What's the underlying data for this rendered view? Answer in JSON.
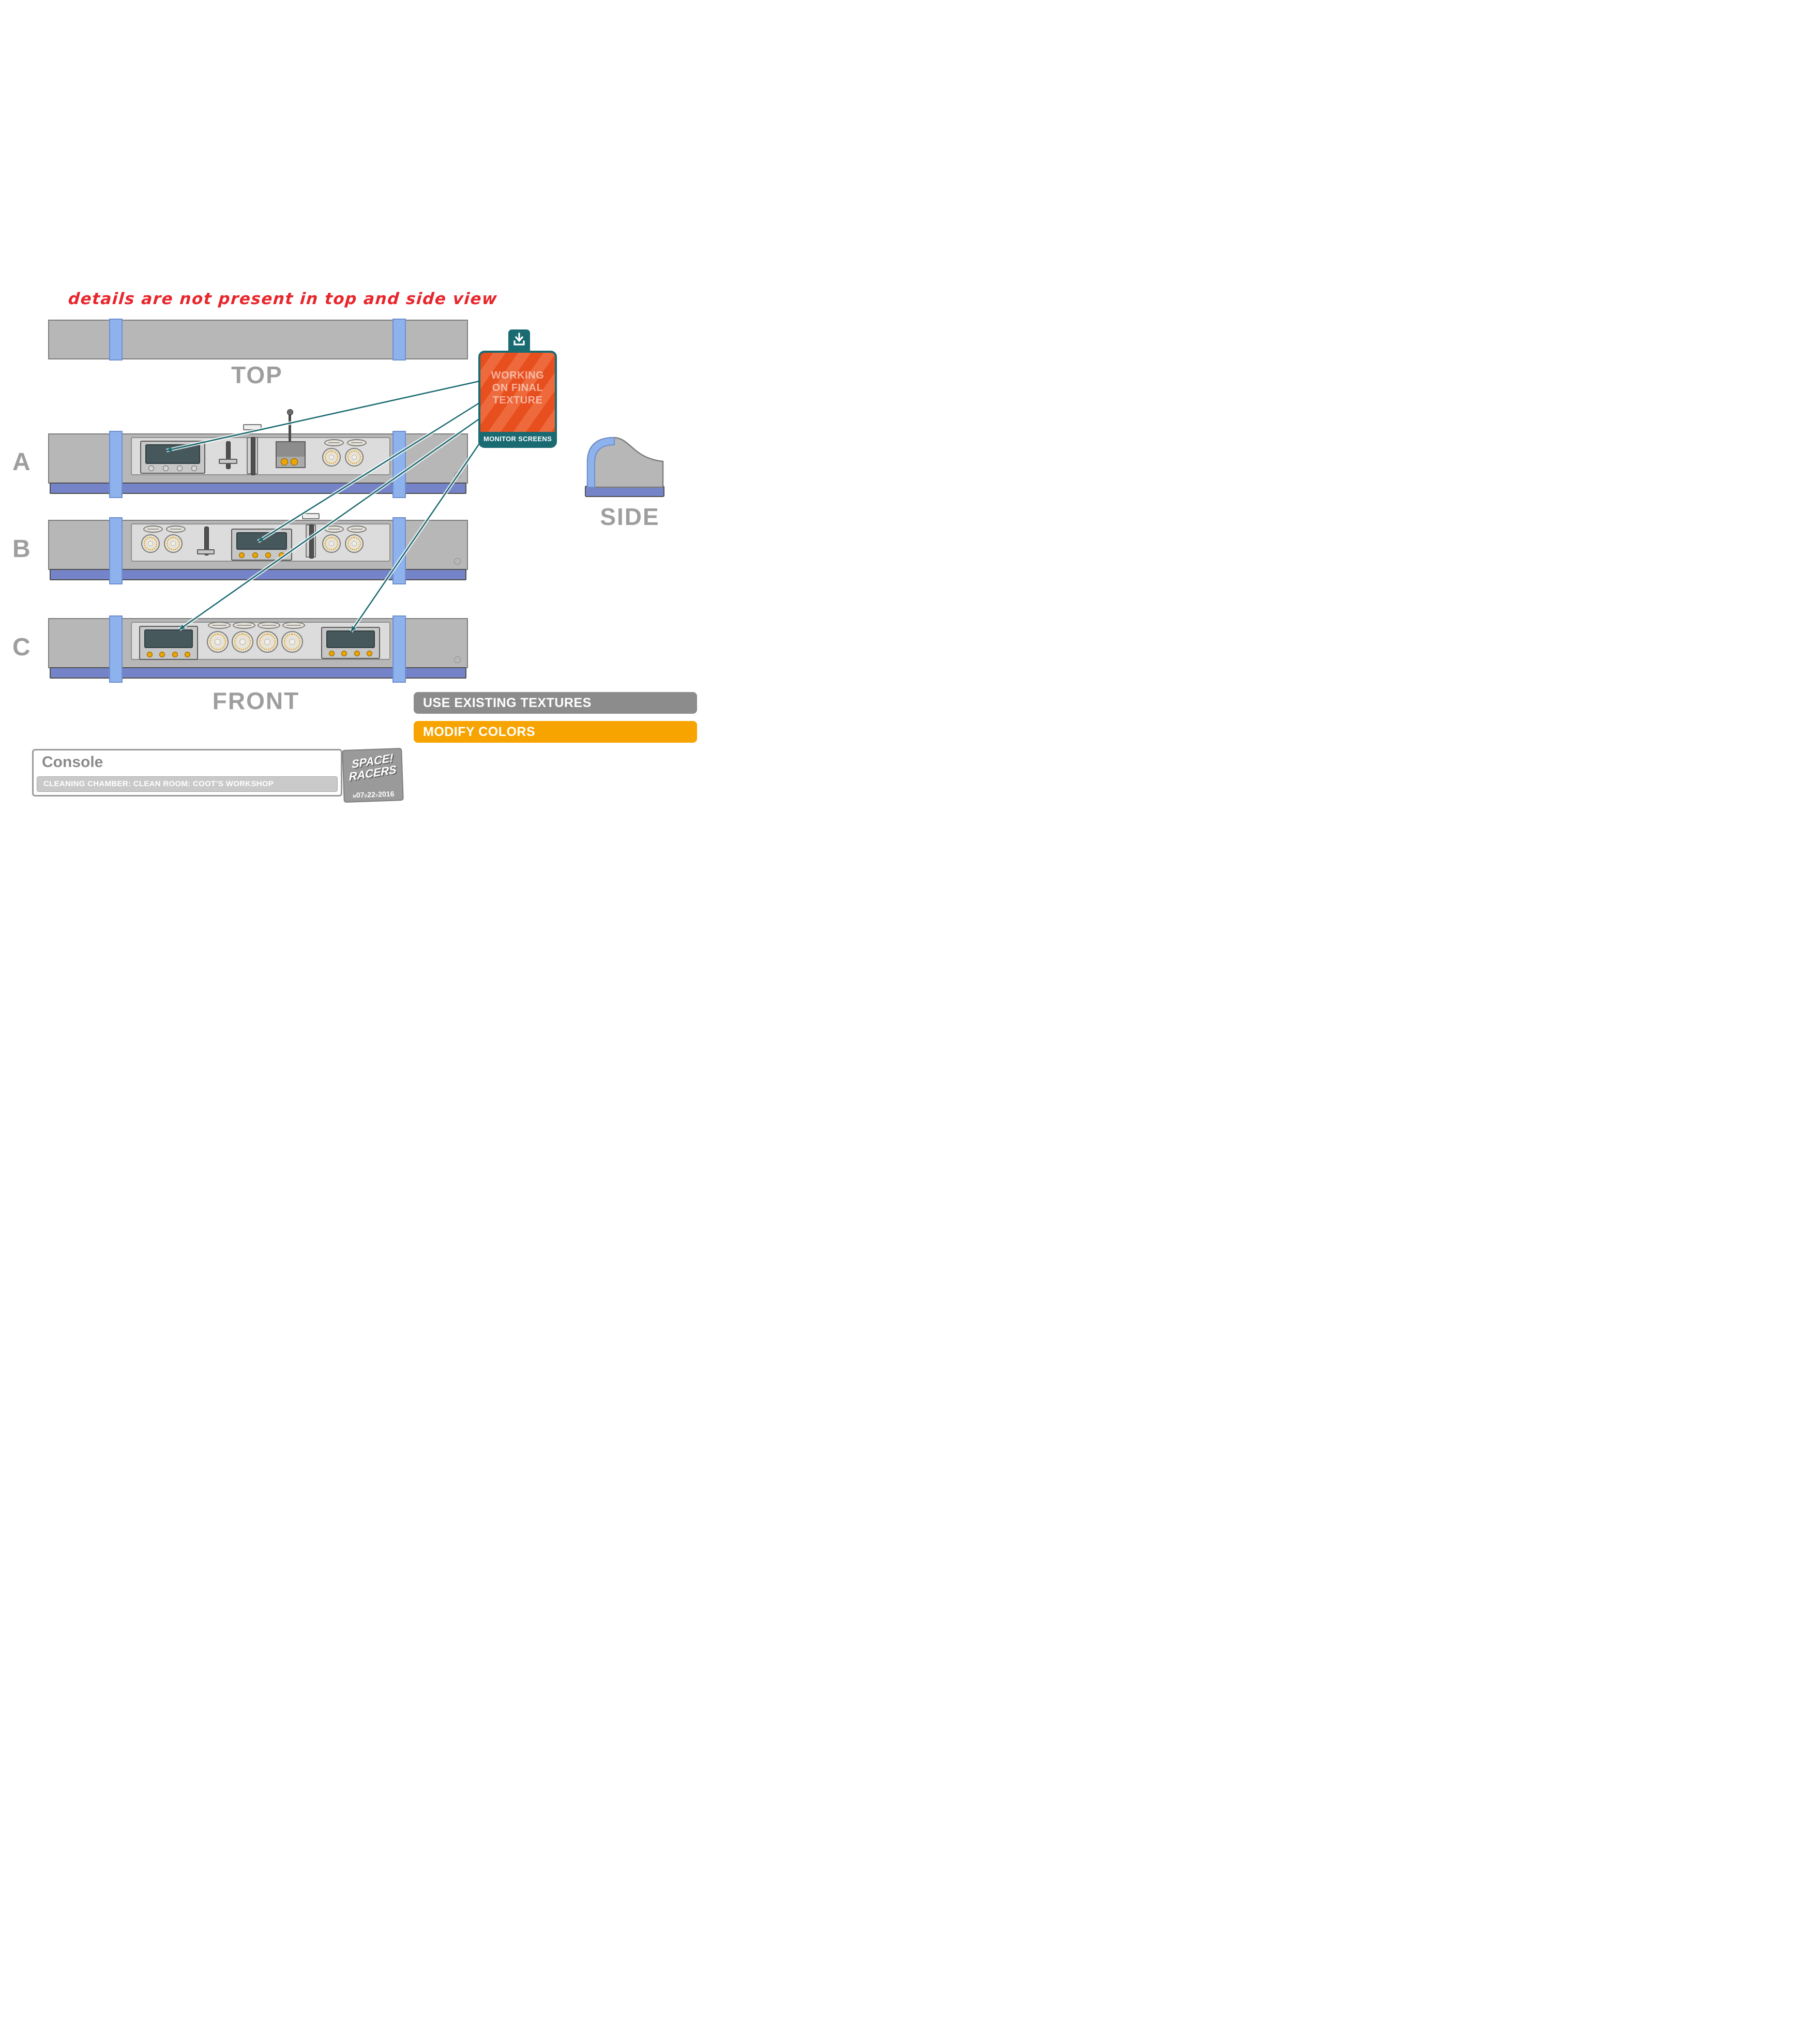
{
  "colors": {
    "body_gray": "#b7b7b7",
    "panel_gray": "#dcdcdc",
    "strap_blue": "#8db2ec",
    "base_blue": "#7584c8",
    "accent_orange": "#eca400",
    "badge_orange": "#e84f1e",
    "teal": "#1a6a72",
    "note_red": "#e8262c",
    "banner_gray": "#8c8c8c",
    "banner_orange": "#f7a300",
    "label_gray": "#9e9e9e"
  },
  "annotation": {
    "note": "details are not present in top and side view"
  },
  "views": {
    "top_label": "TOP",
    "front_label": "FRONT",
    "side_label": "SIDE",
    "rows": [
      {
        "label": "A"
      },
      {
        "label": "B"
      },
      {
        "label": "C"
      }
    ]
  },
  "badge": {
    "icon": "download-icon",
    "lines": [
      "WORKING",
      "ON FINAL",
      "TEXTURE"
    ],
    "caption": "MONITOR SCREENS"
  },
  "banners": [
    {
      "label": "USE EXISTING TEXTURES"
    },
    {
      "label": "MODIFY COLORS"
    }
  ],
  "title_block": {
    "title": "Console",
    "subtitle": "CLEANING CHAMBER: CLEAN ROOM: COOT’S WORKSHOP",
    "logo": {
      "line1": "SPACE!",
      "line2": "RACERS"
    },
    "date": [
      {
        "unit": "M",
        "value": "07"
      },
      {
        "unit": "D",
        "value": "22"
      },
      {
        "unit": "Y",
        "value": "2016"
      }
    ]
  }
}
